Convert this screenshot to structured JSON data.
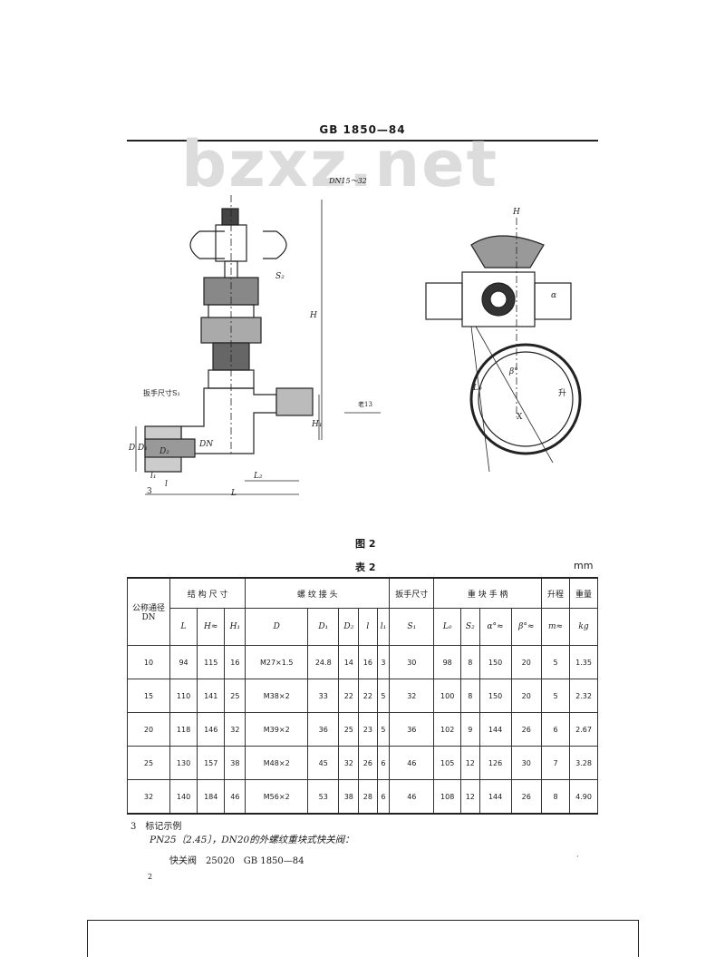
{
  "header": {
    "standard": "GB 1850—84",
    "watermark": "bzxz.net"
  },
  "figure": {
    "view_label": "DN15～32",
    "labels": {
      "s2": "S₂",
      "h": "H",
      "h1": "H₁",
      "spanner": "扳手尺寸S₁",
      "mark13": "老13",
      "l1": "l₁",
      "l2": "L₂",
      "l": "L",
      "d": "D",
      "d1": "D₁",
      "d2": "D₂",
      "dn": "DN",
      "n3": "3",
      "tail": "l",
      "b": "β°",
      "a": "α",
      "l0": "L₀",
      "x": "X",
      "up": "升",
      "hh": "H"
    },
    "caption": "图 2"
  },
  "table": {
    "title": "表 2",
    "unit": "mm",
    "group_headers": [
      "公称通径 DN",
      "结 构 尺 寸",
      "螺 纹 接 头",
      "扳手尺寸",
      "重 块 手 柄",
      "升程",
      "重量"
    ],
    "sub_headers": [
      "L",
      "H≈",
      "H₁",
      "D",
      "D₁",
      "D₂",
      "l",
      "l₁",
      "S₁",
      "L₀",
      "S₂",
      "α°≈",
      "β°≈",
      "m≈",
      "kg"
    ],
    "rows": [
      [
        "10",
        "94",
        "115",
        "16",
        "M27×1.5",
        "24.8",
        "14",
        "16",
        "3",
        "30",
        "98",
        "8",
        "150",
        "20",
        "5",
        "1.35"
      ],
      [
        "15",
        "110",
        "141",
        "25",
        "M38×2",
        "33",
        "22",
        "22",
        "5",
        "32",
        "100",
        "8",
        "150",
        "20",
        "5",
        "2.32"
      ],
      [
        "20",
        "118",
        "146",
        "32",
        "M39×2",
        "36",
        "25",
        "23",
        "5",
        "36",
        "102",
        "9",
        "144",
        "26",
        "6",
        "2.67"
      ],
      [
        "25",
        "130",
        "157",
        "38",
        "M48×2",
        "45",
        "32",
        "26",
        "6",
        "46",
        "105",
        "12",
        "126",
        "30",
        "7",
        "3.28"
      ],
      [
        "32",
        "140",
        "184",
        "46",
        "M56×2",
        "53",
        "38",
        "28",
        "6",
        "46",
        "108",
        "12",
        "144",
        "26",
        "8",
        "4.90"
      ]
    ]
  },
  "section3": {
    "heading": "3　标记示例",
    "line1": "PN25〔2.45〕，DN20的外螺纹重块式快关阀：",
    "line2": "快关阀　25020　GB 1850—84"
  },
  "page_number": "2",
  "stray_mark": "·"
}
